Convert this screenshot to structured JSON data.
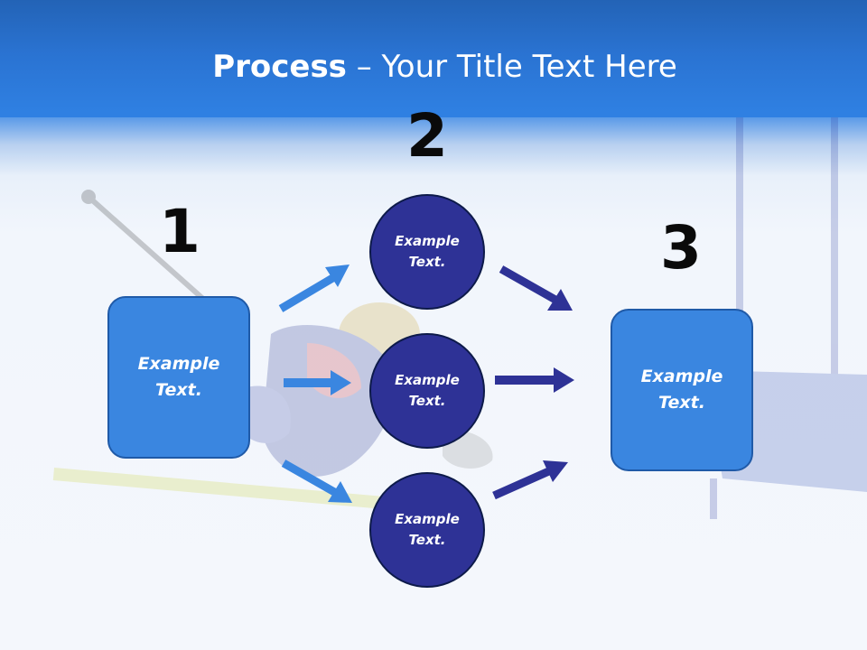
{
  "title": {
    "bold": "Process",
    "rest": " – Your Title Text Here"
  },
  "steps": {
    "one": "1",
    "two": "2",
    "three": "3"
  },
  "left_box": {
    "line1": "Example",
    "line2": "Text."
  },
  "circles": [
    {
      "line1": "Example",
      "line2": "Text."
    },
    {
      "line1": "Example",
      "line2": "Text."
    },
    {
      "line1": "Example",
      "line2": "Text."
    }
  ],
  "right_box": {
    "line1": "Example",
    "line2": "Text."
  },
  "colors": {
    "light_arrow": "#3a86e0",
    "dark_arrow": "#2e3296",
    "box": "#3a86e0",
    "circle": "#2e3296"
  }
}
